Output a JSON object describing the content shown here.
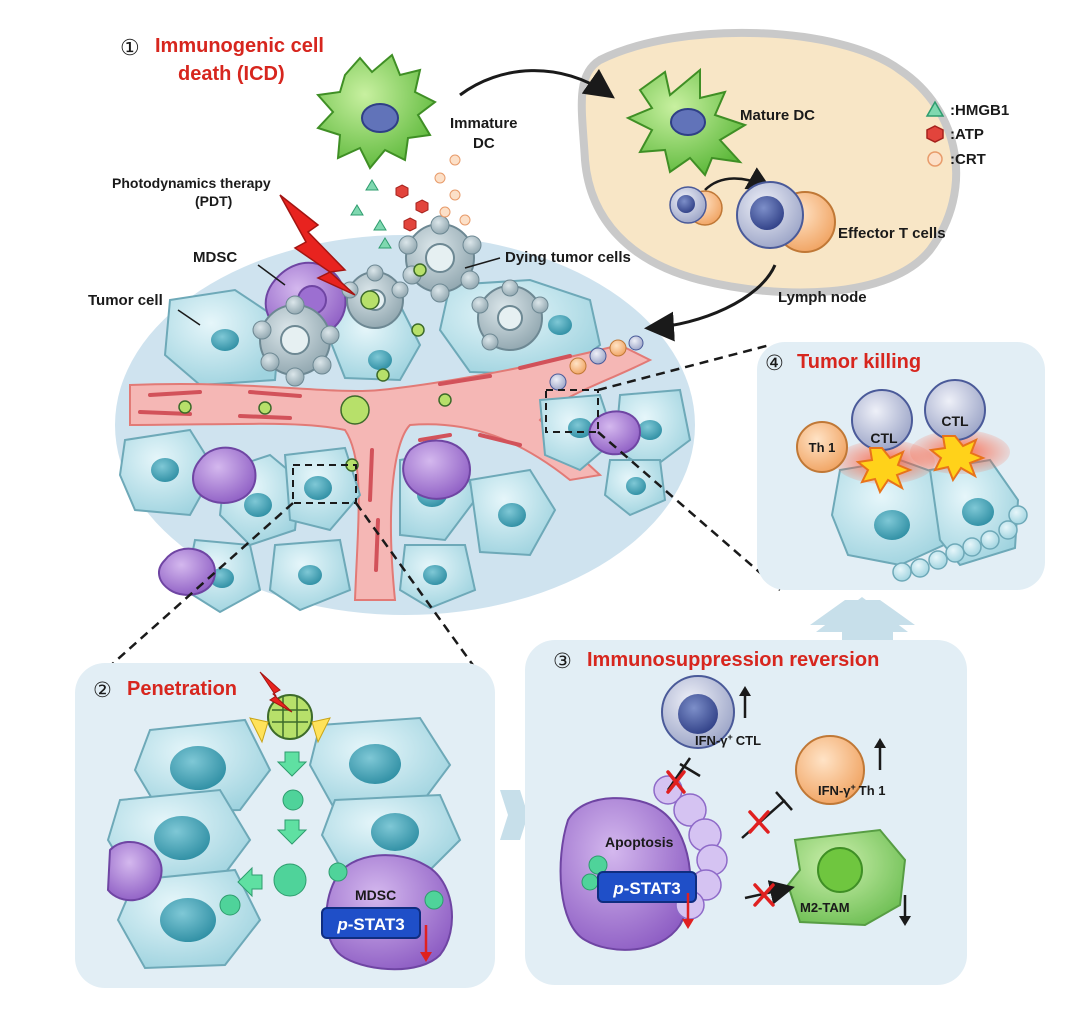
{
  "sections": {
    "icd": {
      "num": "①",
      "line1": "Immunogenic cell",
      "line2": "death (ICD)"
    },
    "penetration": {
      "num": "②",
      "title": "Penetration"
    },
    "reversion": {
      "num": "③",
      "title": "Immunosuppression reversion"
    },
    "killing": {
      "num": "④",
      "title": "Tumor killing"
    }
  },
  "labels": {
    "immature_dc_1": "Immature",
    "immature_dc_2": "DC",
    "mature_dc": "Mature DC",
    "effector_t": "Effector T cells",
    "lymph_node": "Lymph node",
    "pdt_1": "Photodynamics therapy",
    "pdt_2": "(PDT)",
    "mdsc": "MDSC",
    "tumor_cell": "Tumor cell",
    "dying_tumor": "Dying tumor cells",
    "th1": "Th 1",
    "ctl": "CTL",
    "mdsc_pen": "MDSC",
    "pstat3_p": "p",
    "pstat3_rest": "-STAT3",
    "ifn_ctl": "IFN-γ",
    "ctl_word": "CTL",
    "ifn_th1": "IFN-γ",
    "th1_word": "Th 1",
    "sup_plus": "+",
    "apoptosis": "Apoptosis",
    "m2tam": "M2-TAM"
  },
  "legend": [
    {
      "symbol": "triangle",
      "label": ":HMGB1",
      "color": "#3fbf8a"
    },
    {
      "symbol": "hexagon",
      "label": ":ATP",
      "color": "#e2443c"
    },
    {
      "symbol": "circle",
      "label": ":CRT",
      "color": "#f2a36b"
    }
  ],
  "colors": {
    "accent_red": "#d7261e",
    "tumor_cyan": "#bfe3ec",
    "mdsc_purple": "#a77fd0",
    "dc_green": "#7fcf4a",
    "vessel_pink": "#f5b7b5",
    "pstat3_blue": "#1f4fc8"
  }
}
